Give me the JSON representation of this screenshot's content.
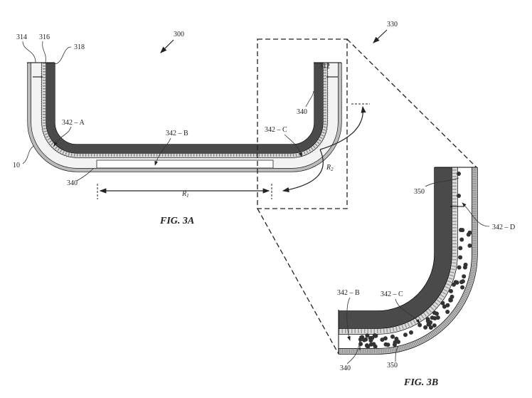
{
  "fig3a": {
    "caption": "FIG. 3A",
    "ref_assembly": "300",
    "ref_outer": "314",
    "ref_middle": "316",
    "ref_inner": "318",
    "ref_end": "312",
    "ref_shell": "10",
    "ref_region_a": "342 – A",
    "ref_region_b": "342 – B",
    "ref_region_c": "342 – C",
    "ref_gap_left": "340",
    "ref_gap_right": "340",
    "radius_1": "R",
    "radius_1_sub": "1",
    "radius_2": "R",
    "radius_2_sub": "2"
  },
  "fig3b": {
    "caption": "FIG. 3B",
    "ref_detail": "330",
    "ref_particles_top": "350",
    "ref_particles_bottom": "350",
    "ref_region_b": "342 – B",
    "ref_region_c": "342 – C",
    "ref_region_d": "342 – D",
    "ref_gap": "340"
  }
}
